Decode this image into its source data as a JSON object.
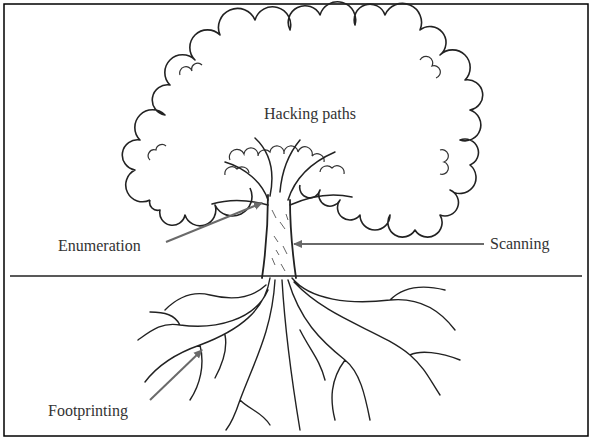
{
  "diagram": {
    "labels": [
      "Hacking paths",
      "Enumeration",
      "Scanning",
      "Footprinting"
    ]
  }
}
